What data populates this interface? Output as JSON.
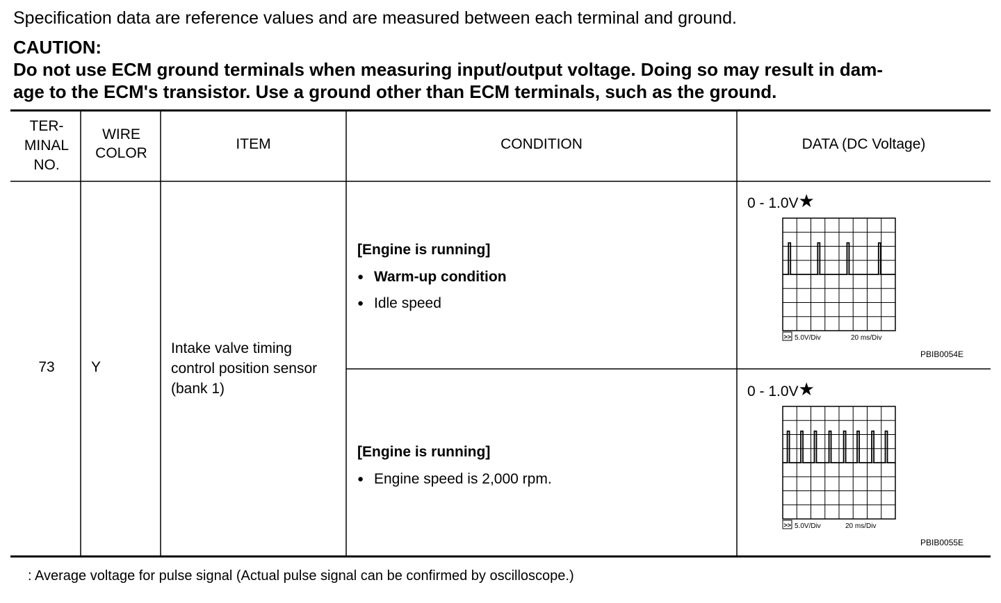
{
  "intro": "Specification data are reference values and are measured between each terminal and ground.",
  "caution": {
    "title": "CAUTION:",
    "line1": "Do not use ECM ground terminals when measuring input/output voltage. Doing so may result in dam-",
    "line2": "age to the ECM's transistor. Use a ground other than ECM terminals, such as the ground."
  },
  "table": {
    "headers": {
      "terminal": [
        "TER-",
        "MINAL",
        "NO."
      ],
      "wire": [
        "WIRE",
        "COLOR"
      ],
      "item": "ITEM",
      "condition": "CONDITION",
      "data": "DATA (DC Voltage)"
    },
    "row": {
      "terminal": "73",
      "wire_color": "Y",
      "item": [
        "Intake valve timing",
        "control position sensor",
        "(bank 1)"
      ],
      "conditions": [
        {
          "head": "[Engine is running]",
          "bullets": [
            "Warm-up condition",
            "Idle speed"
          ],
          "bold_bullet_index": 0,
          "value": "0 - 1.0V",
          "star": "★",
          "scope": {
            "volt_div": "5.0V/Div",
            "time_div": "20 ms/Div",
            "arrow": ">>"
          },
          "pulse_positions": [
            0.06,
            0.32,
            0.58,
            0.86
          ],
          "code": "PBIB0054E"
        },
        {
          "head": "[Engine is running]",
          "bullets": [
            "Engine speed is 2,000 rpm."
          ],
          "bold_bullet_index": -1,
          "value": "0 - 1.0V",
          "star": "★",
          "scope": {
            "volt_div": "5.0V/Div",
            "time_div": "20 ms/Div",
            "arrow": ">>"
          },
          "pulse_positions": [
            0.05,
            0.17,
            0.29,
            0.42,
            0.55,
            0.67,
            0.8,
            0.92
          ],
          "code": "PBIB0055E"
        }
      ]
    }
  },
  "footnote": ": Average voltage for pulse signal (Actual pulse signal can be confirmed by oscilloscope.)"
}
